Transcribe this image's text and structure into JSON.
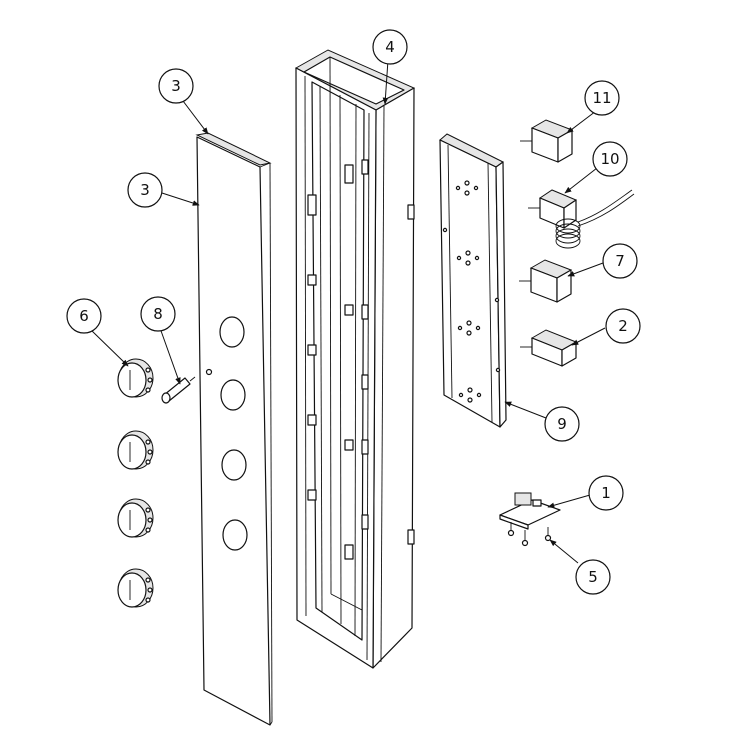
{
  "callouts": [
    {
      "label": "1"
    },
    {
      "label": "2"
    },
    {
      "label": "3"
    },
    {
      "label": "3"
    },
    {
      "label": "4"
    },
    {
      "label": "5"
    },
    {
      "label": "6"
    },
    {
      "label": "7"
    },
    {
      "label": "8"
    },
    {
      "label": "9"
    },
    {
      "label": "10"
    },
    {
      "label": "11"
    }
  ]
}
